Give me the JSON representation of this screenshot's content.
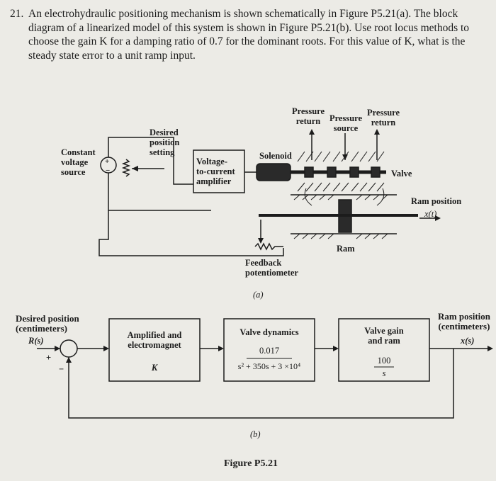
{
  "problem": {
    "number": "21.",
    "text": "An electrohydraulic positioning mechanism is shown schematically in Figure P5.21(a). The block diagram of a linearized model of this system is shown in Figure P5.21(b). Use root locus methods to choose the gain K for a damping ratio of 0.7 for the dominant roots. For this value of K, what is the steady state error to a unit ramp input."
  },
  "schematic": {
    "pressure_return_left": "Pressure\nreturn",
    "pressure_source": "Pressure\nsource",
    "pressure_return_right": "Pressure\nreturn",
    "desired_setting": "Desired\nposition\nsetting",
    "constant_voltage_source": "Constant\nvoltage\nsource",
    "plus_sign": "+",
    "minus_sign": "−",
    "solenoid": "Solenoid",
    "voltage_to_current": "Voltage-\nto-current\namplifier",
    "valve": "Valve",
    "ram_position": "Ram position",
    "ram_position_symbol": "x(t)",
    "ram": "Ram",
    "feedback_potentiometer": "Feedback\npotentiometer",
    "caption_a": "(a)"
  },
  "block_diagram": {
    "input_label": "Desired position\n(centimeters)",
    "input_symbol": "R(s)",
    "sum_plus": "+",
    "sum_minus": "−",
    "block1_title": "Amplified and\nelectromagnet",
    "block1_gain": "K",
    "block2_title": "Valve dynamics",
    "block2_num": "0.017",
    "block2_den": "s² + 350s + 3 ×10⁴",
    "block3_title": "Valve gain\nand ram",
    "block3_num": "100",
    "block3_den": "s",
    "output_label": "Ram position\n(centimeters)",
    "output_symbol": "x(s)",
    "caption_b": "(b)"
  },
  "figure_caption": "Figure P5.21"
}
